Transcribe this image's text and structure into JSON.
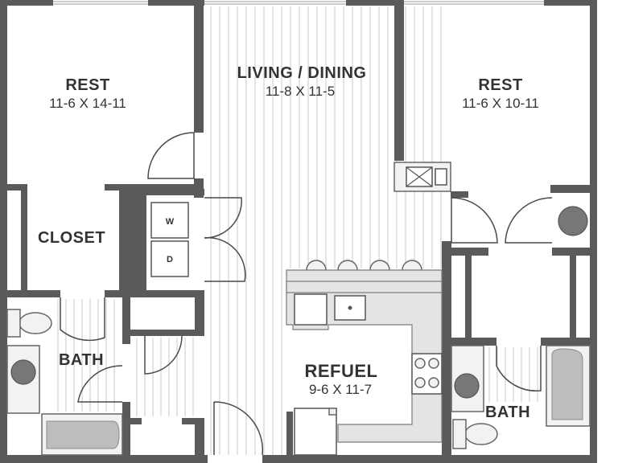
{
  "rooms": {
    "rest_left": {
      "name": "REST",
      "dims": "11-6 X 14-11"
    },
    "living": {
      "name": "LIVING / DINING",
      "dims": "11-8 X 11-5"
    },
    "rest_right": {
      "name": "REST",
      "dims": "11-6 X 10-11"
    },
    "closet": {
      "name": "CLOSET"
    },
    "bath_left": {
      "name": "BATH"
    },
    "refuel": {
      "name": "REFUEL",
      "dims": "9-6 X 11-7"
    },
    "bath_right": {
      "name": "BATH"
    }
  },
  "appliances": {
    "washer": "W",
    "dryer": "D"
  },
  "colors": {
    "wall": "#5a5a5a",
    "floor_stripe": "#c9c9c9",
    "fixture_fill": "#f2f2f2",
    "tub_fill": "#bdbdbd",
    "counter_fill": "#e4e4e4",
    "label": "#333333"
  }
}
